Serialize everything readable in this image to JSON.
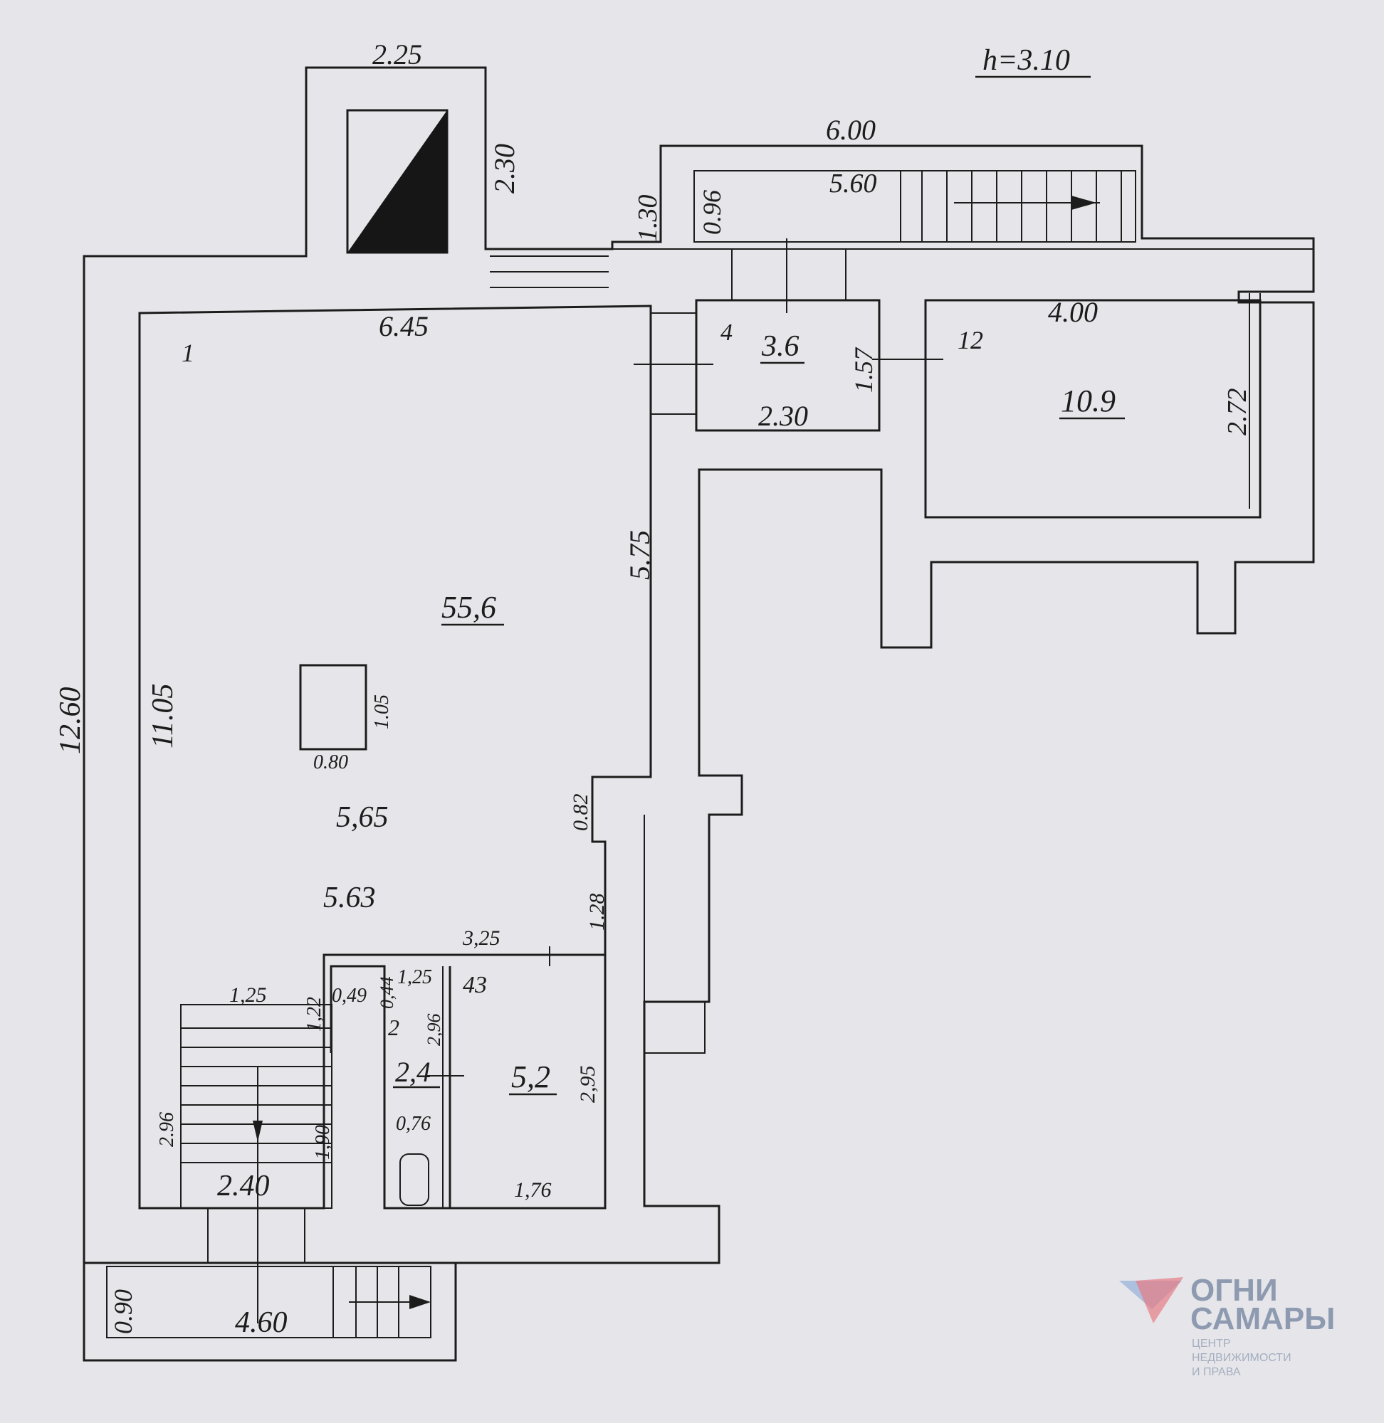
{
  "height_note": "h=3.10",
  "rooms": {
    "room1": {
      "number": "1",
      "area": "55,6"
    },
    "room2": {
      "number": "2",
      "area": "2,4"
    },
    "room4": {
      "number": "4",
      "area": "3.6"
    },
    "room12": {
      "number": "12",
      "area": "10.9"
    },
    "room43": {
      "number": "43",
      "area": "5,2"
    }
  },
  "dimensions": {
    "top_shaft_width": "2.25",
    "top_shaft_height": "2.30",
    "upper_stair_width": "6.00",
    "upper_stair_inner": "5.60",
    "upper_stair_height": "1.30",
    "upper_stair_inner_height": "0.96",
    "hall_width_top": "6.45",
    "room12_width": "4.00",
    "room12_depth": "2.72",
    "room4_width": "2.30",
    "room4_depth": "1.57",
    "left_outer_height": "12.60",
    "hall_height": "11.05",
    "hall_right_segment": "5.75",
    "column_w": "0.80",
    "column_h": "1.05",
    "hall_width_1": "5,65",
    "hall_width_2": "5.63",
    "niche_depth": "0.82",
    "niche_height": "1.28",
    "wc_block_width": "3,25",
    "stair_width": "1,25",
    "stair_step_a": "1,22",
    "stair_run": "2.96",
    "stair_landing": "1,90",
    "stair_bottom": "2.40",
    "wc_opening": "0,49",
    "wc_top_a": "0,44",
    "wc_top_width": "1,25",
    "wc_depth": "2,96",
    "wc_door": "0,76",
    "room43_height": "2,95",
    "room43_width": "1,76",
    "entrance_depth": "0.90",
    "entrance_width": "4.60"
  },
  "logo": {
    "name_line1": "ОГНИ",
    "name_line2": "САМАРЫ",
    "tagline_line1": "ЦЕНТР",
    "tagline_line2": "НЕДВИЖИМОСТИ",
    "tagline_line3": "И ПРАВА",
    "color_red": "#e57c84",
    "color_blue": "#7da0d6"
  }
}
